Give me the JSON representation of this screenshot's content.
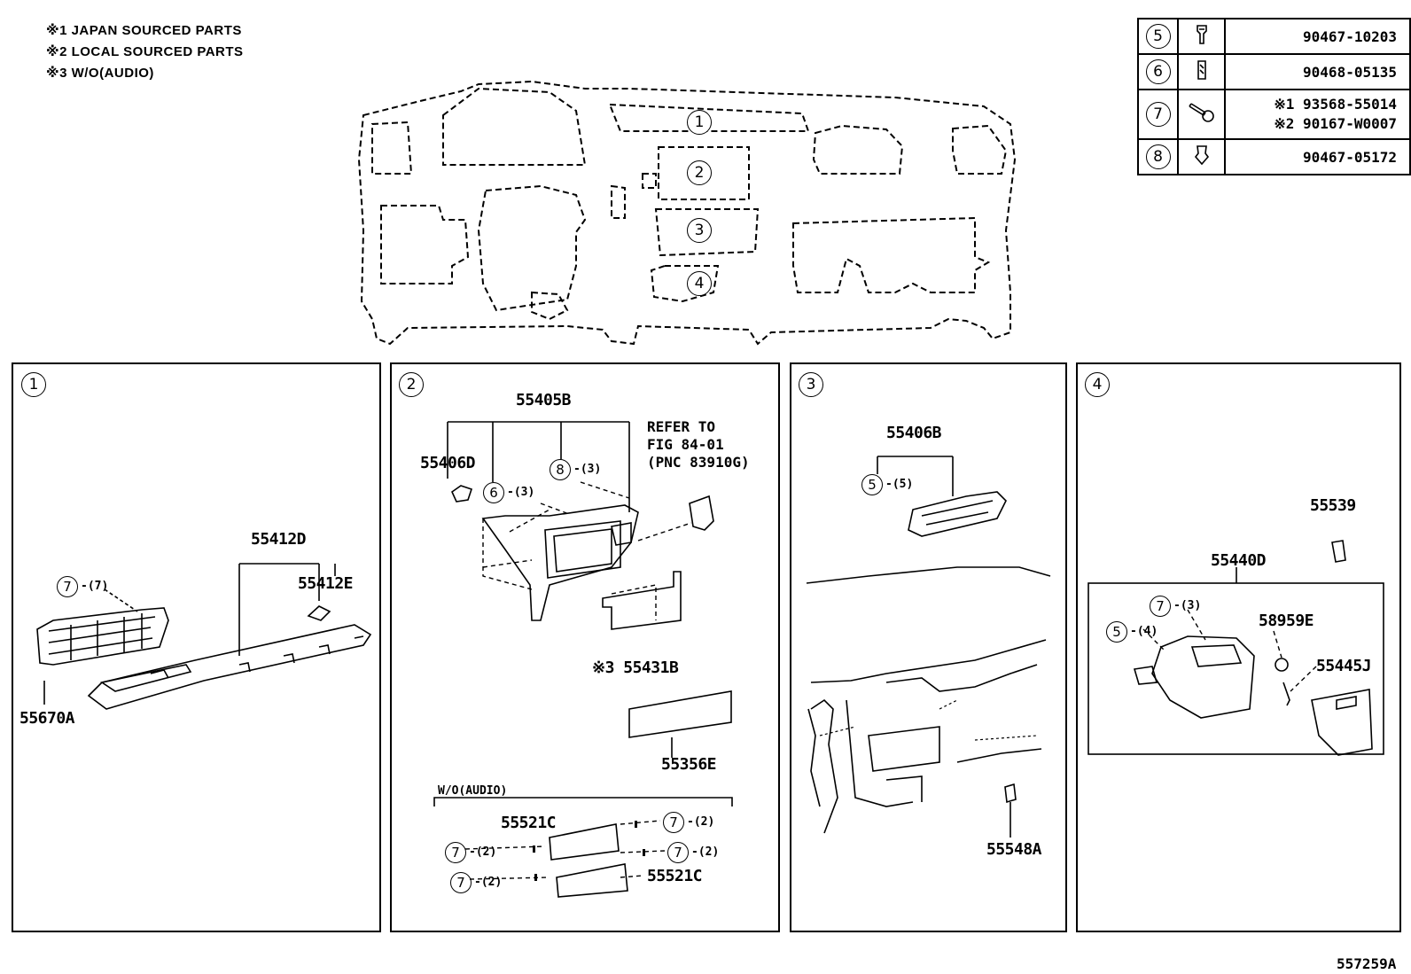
{
  "notes": [
    "※1 JAPAN SOURCED PARTS",
    "※2 LOCAL SOURCED PARTS",
    "※3 W/O(AUDIO)"
  ],
  "fastener_table": [
    {
      "ref": "5",
      "icon": "clip-icon",
      "part": "90467-10203"
    },
    {
      "ref": "6",
      "icon": "clip-icon",
      "part": "90468-05135"
    },
    {
      "ref": "7",
      "icon": "screw-icon",
      "part1": "※1 93568-55014",
      "part2": "※2 90167-W0007"
    },
    {
      "ref": "8",
      "icon": "clip-icon",
      "part": "90467-05172"
    }
  ],
  "overview_callouts": [
    "1",
    "2",
    "3",
    "4"
  ],
  "panel1": {
    "num": "1",
    "parts": {
      "p55412D": "55412D",
      "p55412E": "55412E",
      "p55670A": "55670A"
    },
    "callout": {
      "ref": "7",
      "qty": "-(7)"
    }
  },
  "panel2": {
    "num": "2",
    "parts": {
      "p55405B": "55405B",
      "p55406D": "55406D",
      "p55431B": "※3 55431B",
      "p55356E": "55356E",
      "p55521C_a": "55521C",
      "p55521C_b": "55521C"
    },
    "refer": [
      "REFER TO",
      "FIG 84-01",
      "(PNC 83910G)"
    ],
    "callouts": {
      "c6": {
        "ref": "6",
        "qty": "-(3)"
      },
      "c8": {
        "ref": "8",
        "qty": "-(3)"
      }
    },
    "wo_audio": "W/O(AUDIO)",
    "wo_callouts": [
      {
        "ref": "7",
        "qty": "-(2)"
      },
      {
        "ref": "7",
        "qty": "-(2)"
      },
      {
        "ref": "7",
        "qty": "-(2)"
      },
      {
        "ref": "7",
        "qty": "-(2)"
      }
    ]
  },
  "panel3": {
    "num": "3",
    "parts": {
      "p55406B": "55406B",
      "p55548A": "55548A"
    },
    "callout": {
      "ref": "5",
      "qty": "-(5)"
    }
  },
  "panel4": {
    "num": "4",
    "parts": {
      "p55539": "55539",
      "p55440D": "55440D",
      "p58959E": "58959E",
      "p55445J": "55445J"
    },
    "callouts": {
      "c7": {
        "ref": "7",
        "qty": "-(3)"
      },
      "c5": {
        "ref": "5",
        "qty": "-(4)"
      }
    }
  },
  "figure_id": "557259A"
}
